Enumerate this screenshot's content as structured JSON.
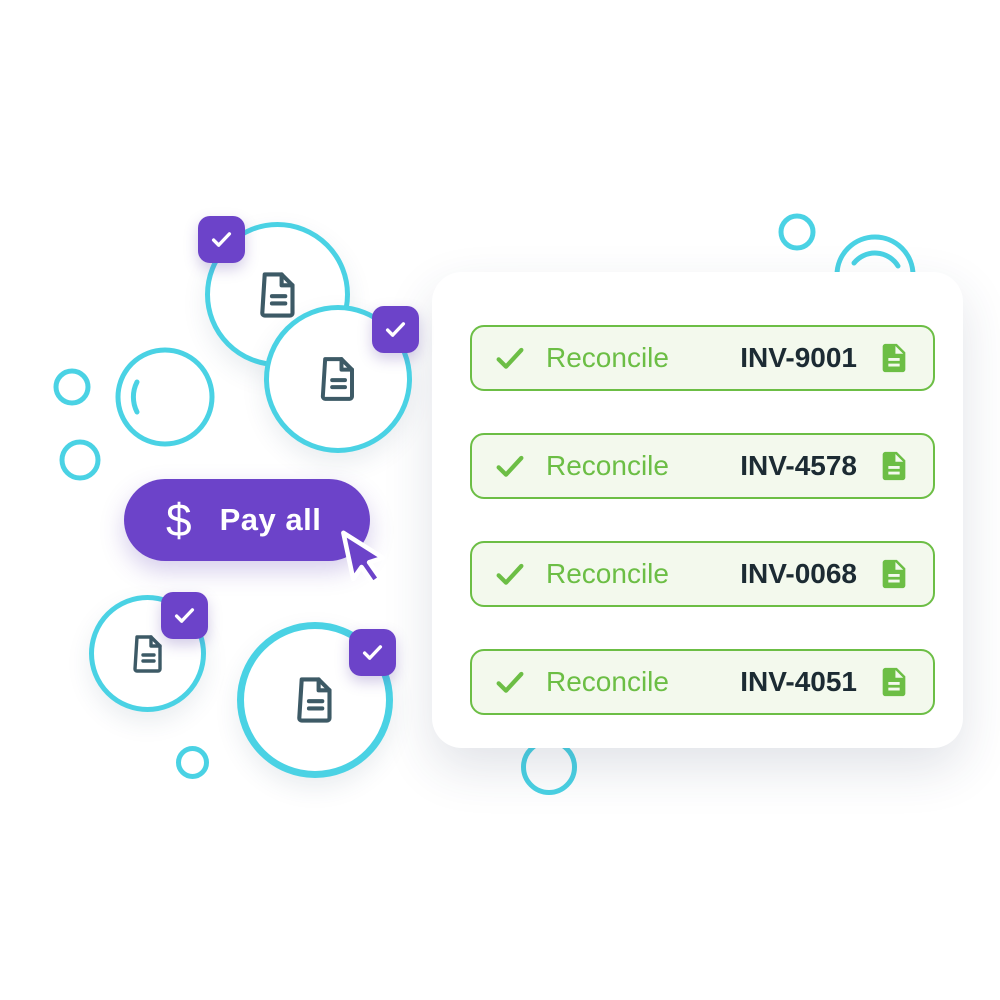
{
  "colors": {
    "purple": "#6C43C9",
    "cyan": "#4AD2E4",
    "green": "#6CBE45",
    "row_bg": "#F3F9ED",
    "doc_slate": "#3D5A66",
    "text_dark": "#1C2B33"
  },
  "pay_button": {
    "dollar_glyph": "$",
    "label": "Pay all"
  },
  "reconcile_card": {
    "rows": [
      {
        "status_label": "Reconcile",
        "invoice_id": "INV-9001"
      },
      {
        "status_label": "Reconcile",
        "invoice_id": "INV-4578"
      },
      {
        "status_label": "Reconcile",
        "invoice_id": "INV-0068"
      },
      {
        "status_label": "Reconcile",
        "invoice_id": "INV-4051"
      }
    ]
  }
}
